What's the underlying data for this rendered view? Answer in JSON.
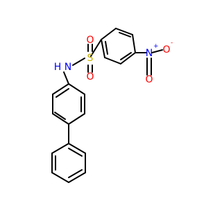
{
  "molecule": {
    "atoms": {
      "sulfur": {
        "symbol": "S",
        "color": "#C8B400"
      },
      "sulfonyl_oxygen_top": {
        "symbol": "O",
        "color": "#FF0000"
      },
      "sulfonyl_oxygen_bottom": {
        "symbol": "O",
        "color": "#FF0000"
      },
      "amide_nitrogen": {
        "symbol": "N",
        "color": "#0000FF"
      },
      "amide_hydrogen": {
        "symbol": "H",
        "color": "#0000FF"
      },
      "nitro_nitrogen": {
        "symbol": "N",
        "color": "#0000FF",
        "charge": "+"
      },
      "nitro_oxygen_right": {
        "symbol": "O",
        "color": "#FF0000",
        "charge": "-"
      },
      "nitro_oxygen_bottom": {
        "symbol": "O",
        "color": "#FF0000"
      }
    },
    "bond_color": "#000000"
  }
}
